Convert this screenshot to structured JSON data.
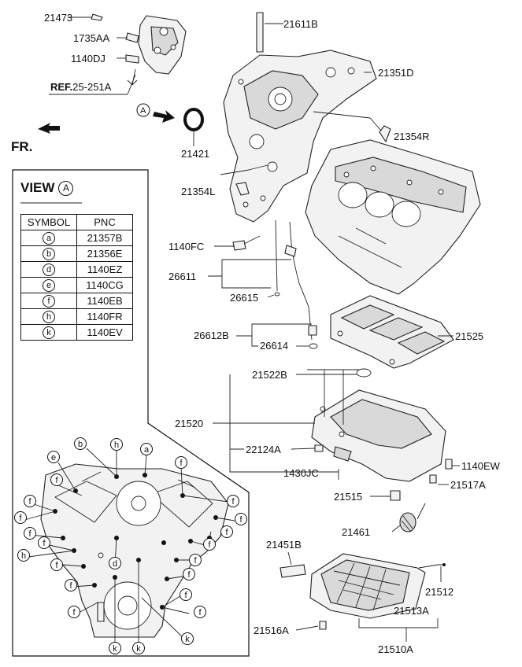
{
  "labels": {
    "l21473": "21473",
    "l1735AA": "1735AA",
    "l1140DJ": "1140DJ",
    "ref_prefix": "REF.",
    "ref_value": "25-251A",
    "l21611B": "21611B",
    "l21351D": "21351D",
    "view_marker": "A",
    "fr": "FR.",
    "l21421": "21421",
    "l21354R": "21354R",
    "l21354L": "21354L",
    "l1140FC": "1140FC",
    "l26611": "26611",
    "l26615": "26615",
    "l26612B": "26612B",
    "l26614": "26614",
    "l21525": "21525",
    "l21522B": "21522B",
    "l21520": "21520",
    "l22124A": "22124A",
    "l1430JC": "1430JC",
    "l1140EW": "1140EW",
    "l21517A": "21517A",
    "l21515": "21515",
    "l21461": "21461",
    "l21451B": "21451B",
    "l21512": "21512",
    "l21513A": "21513A",
    "l21516A": "21516A",
    "l21510A": "21510A"
  },
  "view": {
    "title": "VIEW",
    "marker": "A",
    "table": {
      "headers": [
        "SYMBOL",
        "PNC"
      ],
      "rows": [
        {
          "symbol": "a",
          "pnc": "21357B"
        },
        {
          "symbol": "b",
          "pnc": "21356E"
        },
        {
          "symbol": "d",
          "pnc": "1140EZ"
        },
        {
          "symbol": "e",
          "pnc": "1140CG"
        },
        {
          "symbol": "f",
          "pnc": "1140EB"
        },
        {
          "symbol": "h",
          "pnc": "1140FR"
        },
        {
          "symbol": "k",
          "pnc": "1140EV"
        }
      ]
    },
    "callouts": {
      "a": "a",
      "b": "b",
      "d": "d",
      "e": "e",
      "f": "f",
      "h": "h",
      "k": "k"
    }
  }
}
